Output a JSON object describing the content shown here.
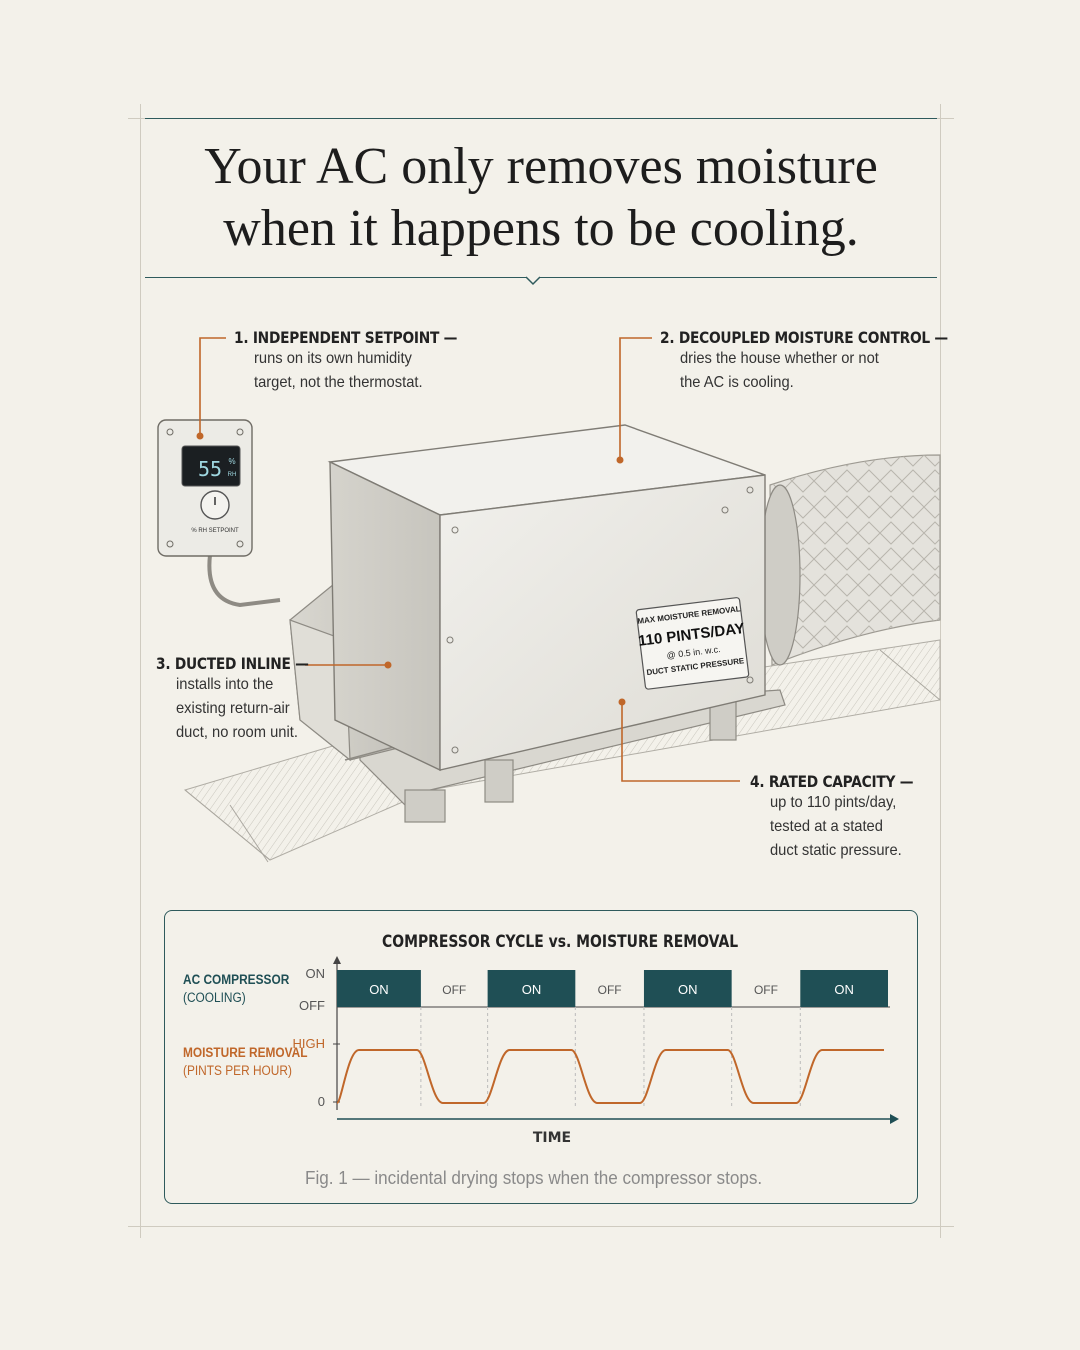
{
  "headline": {
    "line1": "Your AC only removes moisture",
    "line2": "when it happens to be cooling."
  },
  "callouts": [
    {
      "heading": "1. INDEPENDENT SETPOINT",
      "lines": [
        "runs on its own humidity",
        "target, not the thermostat."
      ]
    },
    {
      "heading": "2. DECOUPLED MOISTURE CONTROL",
      "lines": [
        "dries the house whether or not",
        "the AC is cooling."
      ]
    },
    {
      "heading": "3. DUCTED INLINE",
      "lines": [
        "installs into the",
        "existing return-air",
        "duct, no room unit."
      ]
    },
    {
      "heading": "4. RATED CAPACITY",
      "lines": [
        "up to 110 pints/day,",
        "tested at a stated",
        "duct static pressure."
      ]
    }
  ],
  "controller": {
    "display_value": "55",
    "display_unit_top": "%",
    "display_unit_bottom": "RH",
    "dial_label": "% RH SETPOINT"
  },
  "nameplate": {
    "line1": "MAX MOISTURE REMOVAL",
    "line2": "110 PINTS/DAY",
    "line3": "@ 0.5 in. w.c.",
    "line4": "DUCT STATIC PRESSURE"
  },
  "colors": {
    "teal": "#1f4f55",
    "orange": "#c0672a",
    "background": "#f3f1ea"
  },
  "chart_data": {
    "type": "line",
    "title": "COMPRESSOR CYCLE vs. MOISTURE REMOVAL",
    "xlabel": "TIME",
    "caption": "Fig. 1 — incidental drying stops when the compressor stops.",
    "rows": [
      {
        "name": "AC COMPRESSOR",
        "sub": "(COOLING)",
        "ticks": [
          "ON",
          "OFF"
        ]
      },
      {
        "name": "MOISTURE REMOVAL",
        "sub": "(PINTS PER HOUR)",
        "ticks": [
          "HIGH",
          "0"
        ]
      }
    ],
    "segments": [
      {
        "state": "ON",
        "on": true
      },
      {
        "state": "OFF",
        "on": false
      },
      {
        "state": "ON",
        "on": true
      },
      {
        "state": "OFF",
        "on": false
      },
      {
        "state": "ON",
        "on": true
      },
      {
        "state": "OFF",
        "on": false
      },
      {
        "state": "ON",
        "on": true
      }
    ],
    "moisture_levels": {
      "HIGH": 1,
      "0": 0
    }
  }
}
